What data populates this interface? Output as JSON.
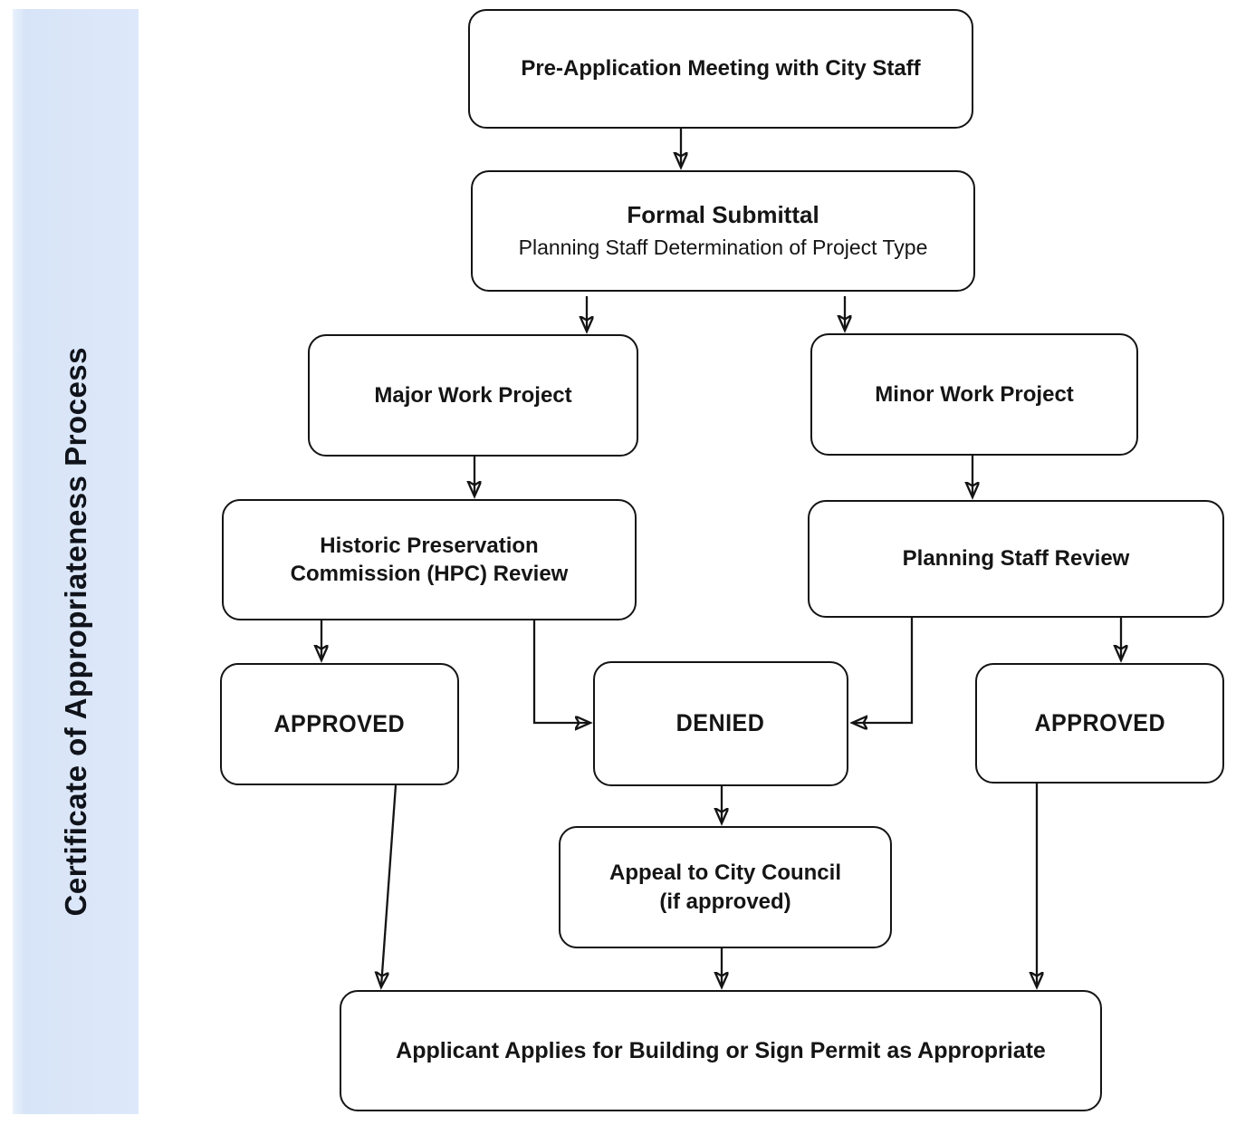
{
  "sidebar": {
    "title": "Certificate of Appropriateness Process",
    "bg_color": "#dbe7f9"
  },
  "flowchart": {
    "colors": {
      "node_fill": "#ffffff",
      "node_border": "#141414",
      "arrow": "#141414",
      "text": "#151515",
      "page_background": "#ffffff"
    },
    "nodes": {
      "pre_application": {
        "label": "Pre-Application Meeting with City Staff"
      },
      "formal_submittal": {
        "title": "Formal Submittal",
        "subtitle": "Planning Staff Determination of Project Type"
      },
      "major_work": {
        "label": "Major Work Project"
      },
      "minor_work": {
        "label": "Minor Work Project"
      },
      "hpc_review": {
        "line1": "Historic Preservation",
        "line2": "Commission (HPC) Review"
      },
      "planning_review": {
        "label": "Planning Staff Review"
      },
      "approved_left": {
        "label": "APPROVED"
      },
      "denied": {
        "label": "DENIED"
      },
      "approved_right": {
        "label": "APPROVED"
      },
      "appeal": {
        "line1": "Appeal to City Council",
        "line2": "(if approved)"
      },
      "permit": {
        "label": "Applicant Applies for Building or Sign Permit as Appropriate"
      }
    },
    "edges": [
      "pre_application -> formal_submittal",
      "formal_submittal -> major_work",
      "formal_submittal -> minor_work",
      "major_work -> hpc_review",
      "minor_work -> planning_review",
      "hpc_review -> approved_left",
      "hpc_review -> denied",
      "planning_review -> denied",
      "planning_review -> approved_right",
      "denied -> appeal",
      "approved_left -> permit",
      "appeal -> permit",
      "approved_right -> permit"
    ]
  }
}
